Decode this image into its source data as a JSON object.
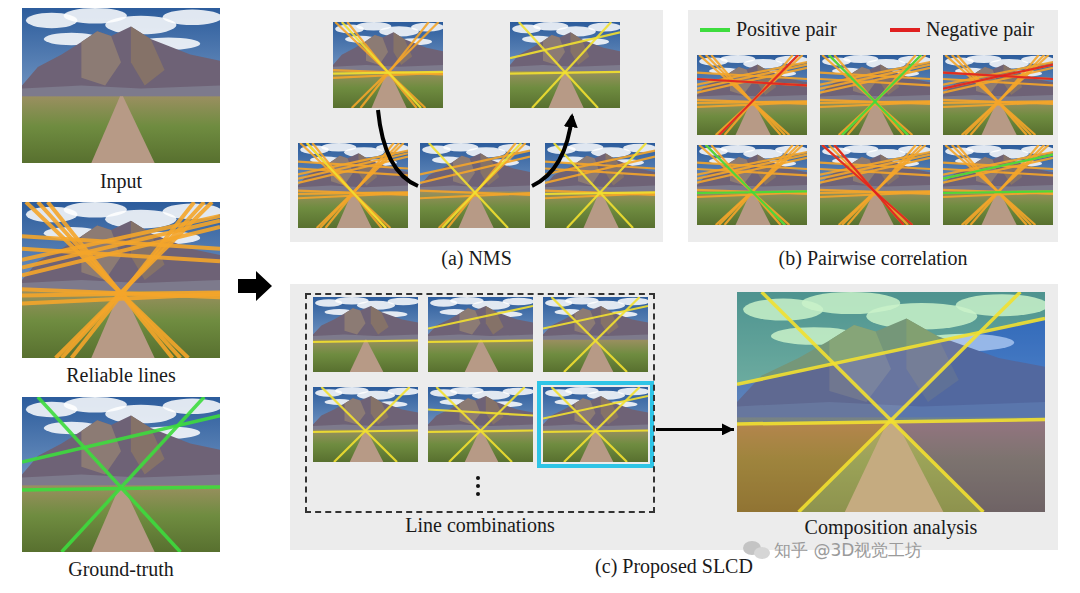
{
  "diagram": {
    "nodes": [
      {
        "text": [
          "(a) NMS"
        ]
      },
      {
        "text": [
          "(b) Pairwise correlation"
        ]
      },
      {
        "text": [
          "(c) Proposed SLCD"
        ]
      },
      {
        "text": [
          "Line combinations"
        ],
        "in": 2
      },
      {
        "text": [
          "Composition analysis"
        ],
        "in": 2
      }
    ],
    "edges": [
      {
        "from": 3,
        "to": 4,
        "arrow": "to"
      }
    ],
    "labels": [
      "Input",
      "Reliable lines",
      "Ground-truth",
      "知乎 @3D视觉工坊"
    ],
    "legend": [
      {
        "text": "Positive pair",
        "color": "#3ddc3d"
      },
      {
        "text": "Negative pair",
        "color": "#e02020"
      }
    ]
  }
}
